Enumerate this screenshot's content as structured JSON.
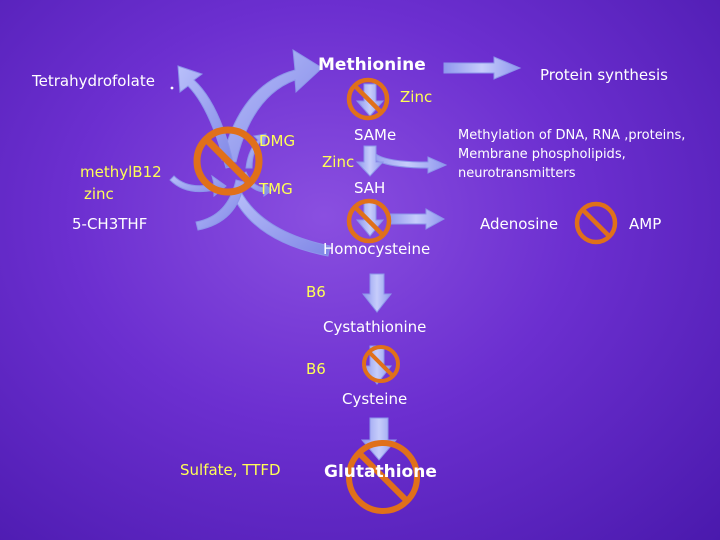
{
  "colors": {
    "background": "#6a2ed0",
    "arrow_fill": "#9aa6f2",
    "cofactor_text": "#ffff55",
    "prohibition": "#e0701a"
  },
  "nodes": {
    "methionine": "Methionine",
    "same": "SAMe",
    "sah": "SAH",
    "homocysteine": "Homocysteine",
    "cystathionine": "Cystathionine",
    "cysteine": "Cysteine",
    "glutathione": "Glutathione",
    "tetrahydrofolate": "Tetrahydrofolate",
    "ch3thf": "5-CH3THF",
    "dmg": "DMG",
    "tmg": "TMG",
    "protein_synthesis": "Protein synthesis",
    "methylation_line1": "Methylation of DNA, RNA ,proteins,",
    "methylation_line2": "Membrane phospholipids,",
    "methylation_line3": "neurotransmitters",
    "adenosine": "Adenosine",
    "amp": "AMP"
  },
  "cofactors": {
    "zinc_methionine": "Zinc",
    "zinc_same": "Zinc",
    "methylb12": "methylB12",
    "zinc_cycle": "zinc",
    "b6_cystathionine": "B6",
    "b6_cysteine": "B6",
    "sulfate_ttfd": "Sulfate, TTFD"
  }
}
